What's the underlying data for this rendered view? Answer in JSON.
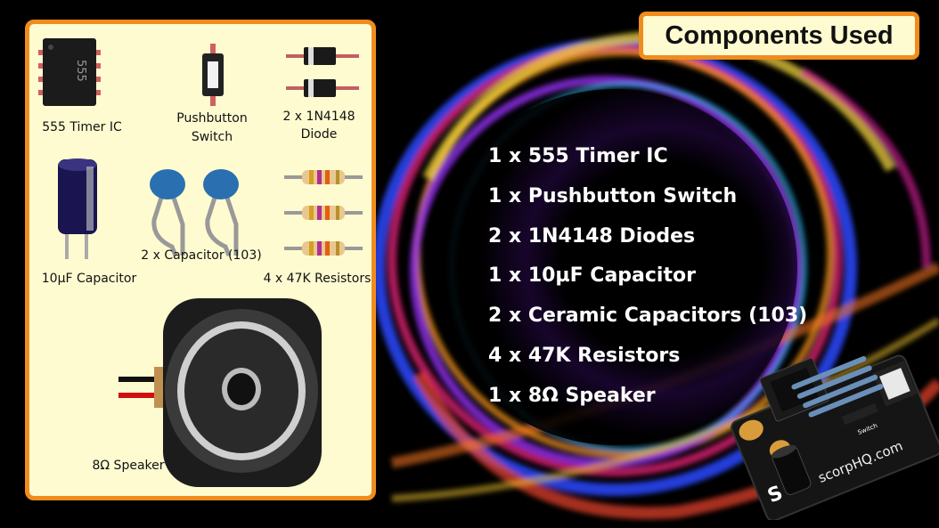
{
  "header": {
    "title": "Components Used"
  },
  "panel": {
    "ic_chip_text": "555",
    "labels": {
      "timer_ic": "555 Timer IC",
      "pushbutton_line1": "Pushbutton",
      "pushbutton_line2": "Switch",
      "diode_line1": "2 x 1N4148",
      "diode_line2": "Diode",
      "electrolytic": "10µF Capacitor",
      "ceramic": "2 x Capacitor (103)",
      "resistors": "4 x 47K Resistors",
      "speaker": "8Ω Speaker"
    }
  },
  "component_list": [
    "1 x 555 Timer IC",
    "1 x Pushbutton Switch",
    "2 x 1N4148 Diodes",
    "1 x 10µF Capacitor",
    "2 x Ceramic Capacitors (103)",
    "4 x 47K Resistors",
    "1 x 8Ω Speaker"
  ],
  "board": {
    "brand": "scorpHQ.com",
    "logo_letter": "S",
    "switch_label": "Switch"
  },
  "colors": {
    "accent": "#f08c1e",
    "panel": "#fefbd0",
    "background": "#000000"
  }
}
